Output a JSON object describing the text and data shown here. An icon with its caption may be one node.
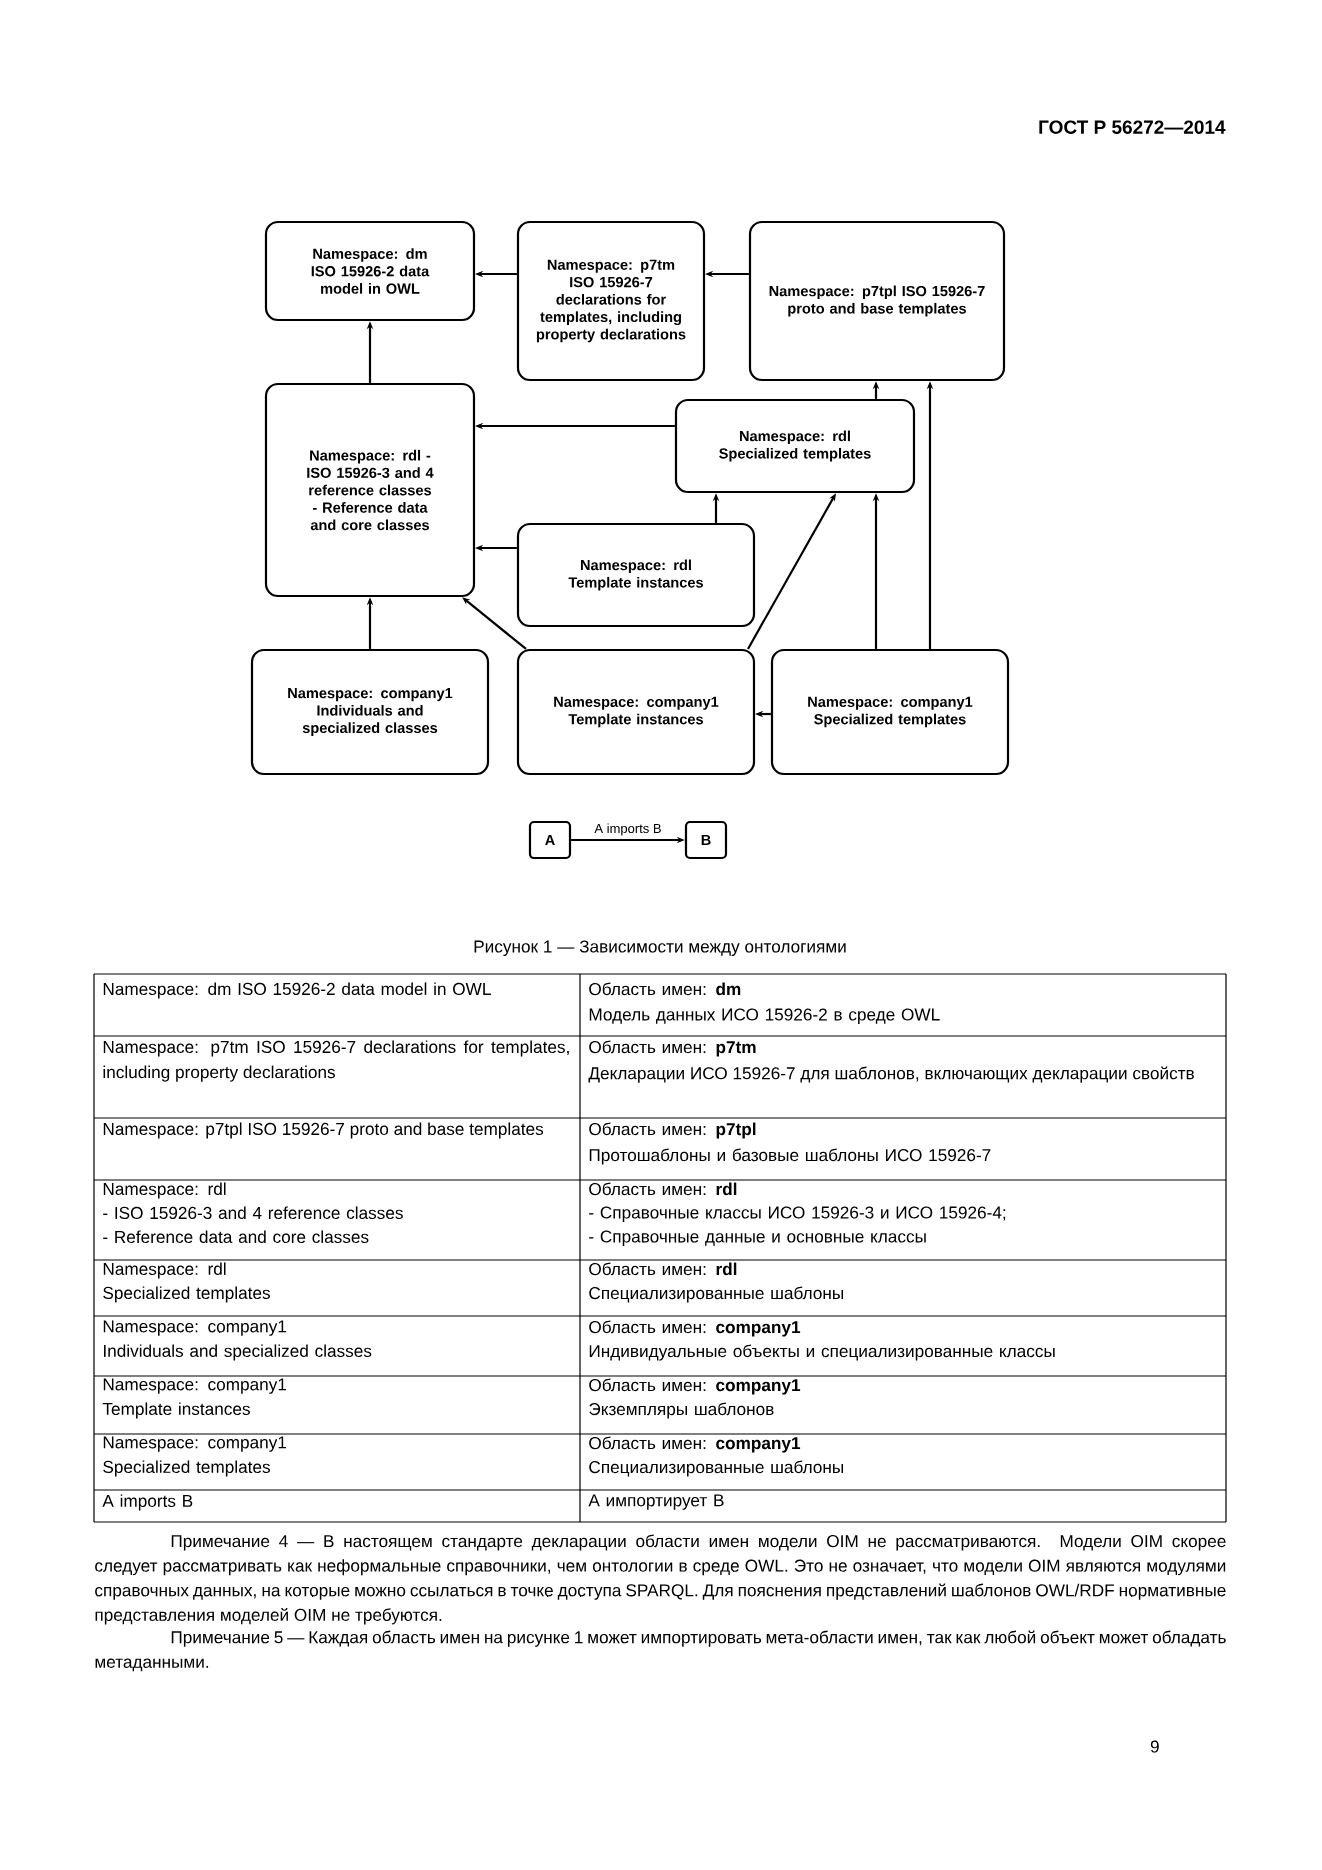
{
  "diagram": {
    "caption": "Рисунок 1 — Зависимости между онтологиями",
    "nodes": [
      {
        "text": [
          "Namespace: dm ISO 15926-2 data model in OWL"
        ]
      },
      {
        "text": [
          "Namespace: p7tm ISO 15926-7 declarations for templates, including property declarations"
        ]
      },
      {
        "text": [
          "Namespace: p7tpl ISO 15926-7 proto and base templates"
        ]
      },
      {
        "text": [
          "Namespace: rdl - ISO 15926-3 and 4 reference classes - Reference data and core classes"
        ]
      },
      {
        "text": [
          "Namespace: rdl Specialized templates"
        ]
      },
      {
        "text": [
          "Namespace: rdl Template instances"
        ]
      },
      {
        "text": [
          "Namespace: company1 Individuals and specialized classes"
        ]
      },
      {
        "text": [
          "Namespace: company1 Template instances"
        ]
      },
      {
        "text": [
          "Namespace: company1 Specialized templates"
        ]
      },
      {
        "text": [
          "A"
        ]
      },
      {
        "text": [
          "B"
        ]
      }
    ],
    "edges": [
      {
        "from": 1,
        "to": 0,
        "arrow": "to"
      },
      {
        "from": 2,
        "to": 1,
        "arrow": "to"
      },
      {
        "from": 3,
        "to": 0,
        "arrow": "to"
      },
      {
        "from": 4,
        "to": 3,
        "arrow": "to"
      },
      {
        "from": 4,
        "to": 2,
        "arrow": "to"
      },
      {
        "from": 5,
        "to": 3,
        "arrow": "to"
      },
      {
        "from": 5,
        "to": 4,
        "arrow": "to"
      },
      {
        "from": 6,
        "to": 3,
        "arrow": "to"
      },
      {
        "from": 7,
        "to": 3,
        "arrow": "to"
      },
      {
        "from": 7,
        "to": 4,
        "arrow": "to"
      },
      {
        "from": 8,
        "to": 7,
        "arrow": "to"
      },
      {
        "from": 8,
        "to": 4,
        "arrow": "to"
      },
      {
        "from": 8,
        "to": 2,
        "arrow": "to"
      },
      {
        "from": 9,
        "to": 10,
        "arrow": "to",
        "label": "A imports B"
      }
    ],
    "labels": [
      "ГОСТ Р 56272—2014",
      "Namespace: dm ISO 15926-2 data model in OWL",
      "Область имен: **dm**",
      "Модель данных ИСО 15926-2 в среде OWL",
      "Namespace: p7tm ISO 15926-7 declarations for templates, including property declarations",
      "Область имен: **p7tm**",
      "Декларации ИСО 15926-7 для шаблонов, включающих декларации свойств",
      "Namespace: p7tpl ISO 15926-7 proto and base templates",
      "Область имен: **p7tpl**",
      "Протошаблоны и базовые шаблоны ИСО 15926-7",
      "Namespace: rdl",
      "- ISO 15926-3 and 4 reference classes",
      "- Reference data and core classes",
      "Область имен: **rdl**",
      "- Справочные классы ИСО 15926-3 и ИСО 15926-4;",
      "- Справочные данные и основные классы",
      "Namespace: rdl",
      "Specialized templates",
      "Область имен: **rdl**",
      "Специализированные шаблоны",
      "Namespace: company1",
      "Individuals and specialized classes",
      "Область имен: **company1**",
      "Индивидуальные объекты и специализированные классы",
      "Namespace: company1",
      "Template instances",
      "Область имен: **company1**",
      "Экземпляры шаблонов",
      "Namespace: company1",
      "Specialized templates",
      "Область имен: **company1**",
      "Специализированные шаблоны",
      "A imports B",
      "А импортирует В",
      "Примечание 4 — В настоящем стандарте декларации области имен модели OIM не рассматриваются. Модели OIM скорее следует рассматривать как неформальные справочники, чем онтологии в среде OWL. Это не означает, что модели OIM являются модулями справочных данных, на которые можно ссылаться в точке доступа SPARQL. Для пояснения представлений шаблонов OWL/RDF нормативные представления моделей OIM не требуются.",
      "Примечание 5 — Каждая область имен на рисунке 1 может импортировать мета-области имен, так как любой объект может обладать метаданными.",
      "9"
    ]
  }
}
